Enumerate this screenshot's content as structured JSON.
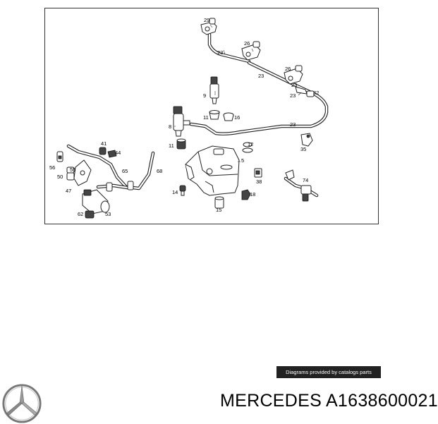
{
  "diagram": {
    "part_labels": [
      "29",
      "26",
      "23",
      "23",
      "26",
      "23",
      "23",
      "32",
      "9",
      "11",
      "16",
      "8",
      "23",
      "35",
      "41",
      "44",
      "11",
      "12",
      "56",
      "55",
      "50",
      "65",
      "68",
      "5",
      "47",
      "14",
      "18",
      "38",
      "74",
      "62",
      "53",
      "15"
    ]
  },
  "credit": {
    "text": "Diagrams provided by catalogs parts"
  },
  "caption": {
    "text": "MERCEDES A1638600021"
  },
  "icons": {
    "brand_logo": "mercedes-star-icon"
  }
}
